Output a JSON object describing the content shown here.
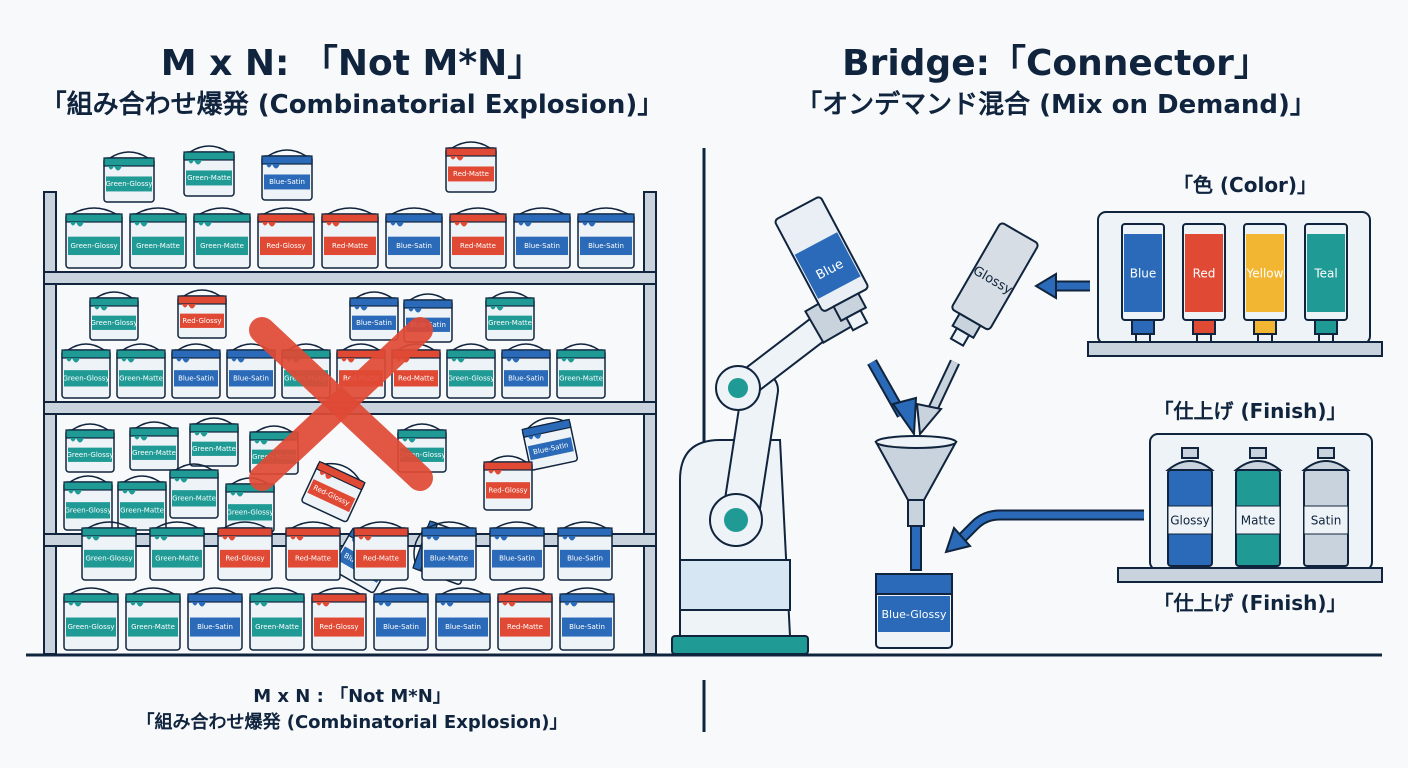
{
  "left": {
    "title": "M x N: 「Not M*N」",
    "subtitle": "「組み合わせ爆発 (Combinatorial Explosion)」",
    "footer_line1": "M x N : 「Not M*N」",
    "footer_line2": "「組み合わせ爆発 (Combinatorial Explosion)」",
    "can_labels_top": [
      "Green-Glossy",
      "Green-Matte",
      "Blue-Satin",
      "Red-Matte"
    ],
    "shelf1": [
      "Green-Glossy",
      "Green-Matte",
      "Green-Matte",
      "Red-Glossy",
      "Red-Matte",
      "Blue-Satin",
      "Red-Matte",
      "Blue-Satin",
      "Blue-Satin"
    ],
    "shelf2": [
      "Green-Glossy",
      "Red-Glossy",
      "Blue-Satin",
      "Blue-Satin",
      "Green-Matte"
    ],
    "shelf2b": [
      "Green-Glossy",
      "Green-Matte",
      "Blue-Satin",
      "Blue-Satin",
      "Green-Matte",
      "Red-Matte",
      "Red-Matte",
      "Green-Glossy",
      "Blue-Satin",
      "Green-Matte"
    ],
    "shelf3": [
      "Green-Glossy",
      "Green-Matte",
      "Green-Matte",
      "Green-Matte",
      "Green-Glossy",
      "Blue-Satin"
    ],
    "shelf3b": [
      "Green-Glossy",
      "Green-Matte",
      "Green-Matte",
      "Green-Glossy",
      "Red-Glossy"
    ],
    "shelf4": [
      "Green-Glossy",
      "Green-Matte",
      "Red-Glossy",
      "Red-Matte",
      "Red-Matte",
      "Blue-Matte",
      "Blue-Satin",
      "Blue-Satin"
    ],
    "shelf5": [
      "Green-Glossy",
      "Green-Matte",
      "Blue-Satin",
      "Green-Matte",
      "Red-Glossy",
      "Blue-Satin",
      "Blue-Satin",
      "Red-Matte",
      "Blue-Satin"
    ]
  },
  "right": {
    "title": "Bridge:「Connector」",
    "subtitle": "「オンデマンド混合 (Mix on Demand)」",
    "color_panel_label": "「色 (Color)」",
    "colors": [
      {
        "name": "Blue",
        "hex": "#2a6ab8"
      },
      {
        "name": "Red",
        "hex": "#e04a35"
      },
      {
        "name": "Yellow",
        "hex": "#f2b632"
      },
      {
        "name": "Teal",
        "hex": "#1f9a95"
      }
    ],
    "finish_panel_label_top": "「仕上げ (Finish)」",
    "finish_panel_label_bottom": "「仕上げ (Finish)」",
    "finishes": [
      {
        "name": "Glossy",
        "hex": "#2a6ab8"
      },
      {
        "name": "Matte",
        "hex": "#1f9a95"
      },
      {
        "name": "Satin",
        "hex": "#c9d3dd"
      }
    ],
    "tube_blue_label": "Blue",
    "tube_glossy_label": "Glossy",
    "result_can_label": "Blue-Glossy"
  },
  "colors": {
    "navy": "#10243d",
    "blue": "#2a6ab8",
    "teal": "#1f9a95",
    "red": "#e04a35",
    "yellow": "#f2b632",
    "gray": "#c9d3dd"
  }
}
